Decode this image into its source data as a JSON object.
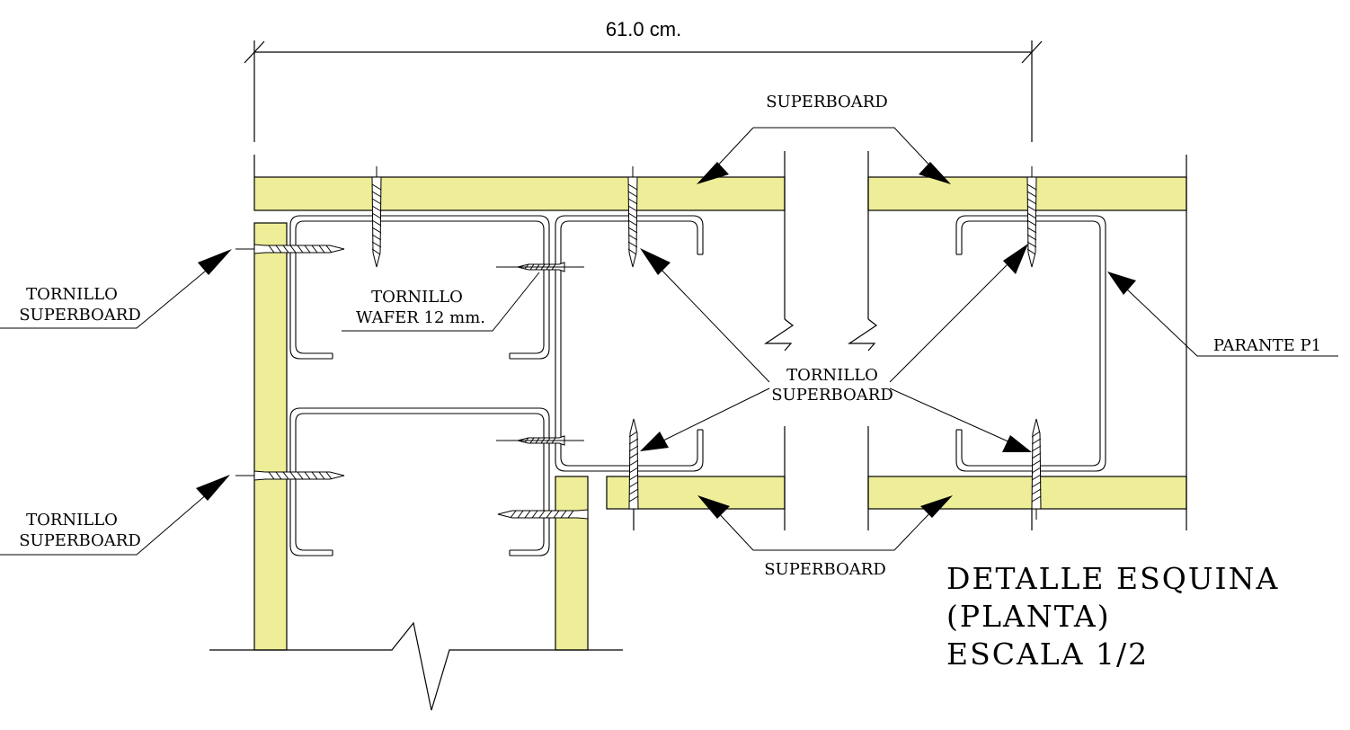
{
  "dimension": {
    "value": "61.0 cm."
  },
  "labels": {
    "superboard_top": "SUPERBOARD",
    "superboard_bottom": "SUPERBOARD",
    "tornillo_left_1": [
      "TORNILLO",
      "SUPERBOARD"
    ],
    "tornillo_left_2": [
      "TORNILLO",
      "SUPERBOARD"
    ],
    "tornillo_wafer": [
      "TORNILLO",
      "WAFER 12 mm."
    ],
    "tornillo_center": [
      "TORNILLO",
      "SUPERBOARD"
    ],
    "parante": "PARANTE P1"
  },
  "title": {
    "line1": "DETALLE ESQUINA",
    "line2": "(PLANTA)",
    "line3": "ESCALA 1/2"
  },
  "colors": {
    "board_fill": "#EEEE99",
    "line": "#000000",
    "background": "#FFFFFF"
  }
}
